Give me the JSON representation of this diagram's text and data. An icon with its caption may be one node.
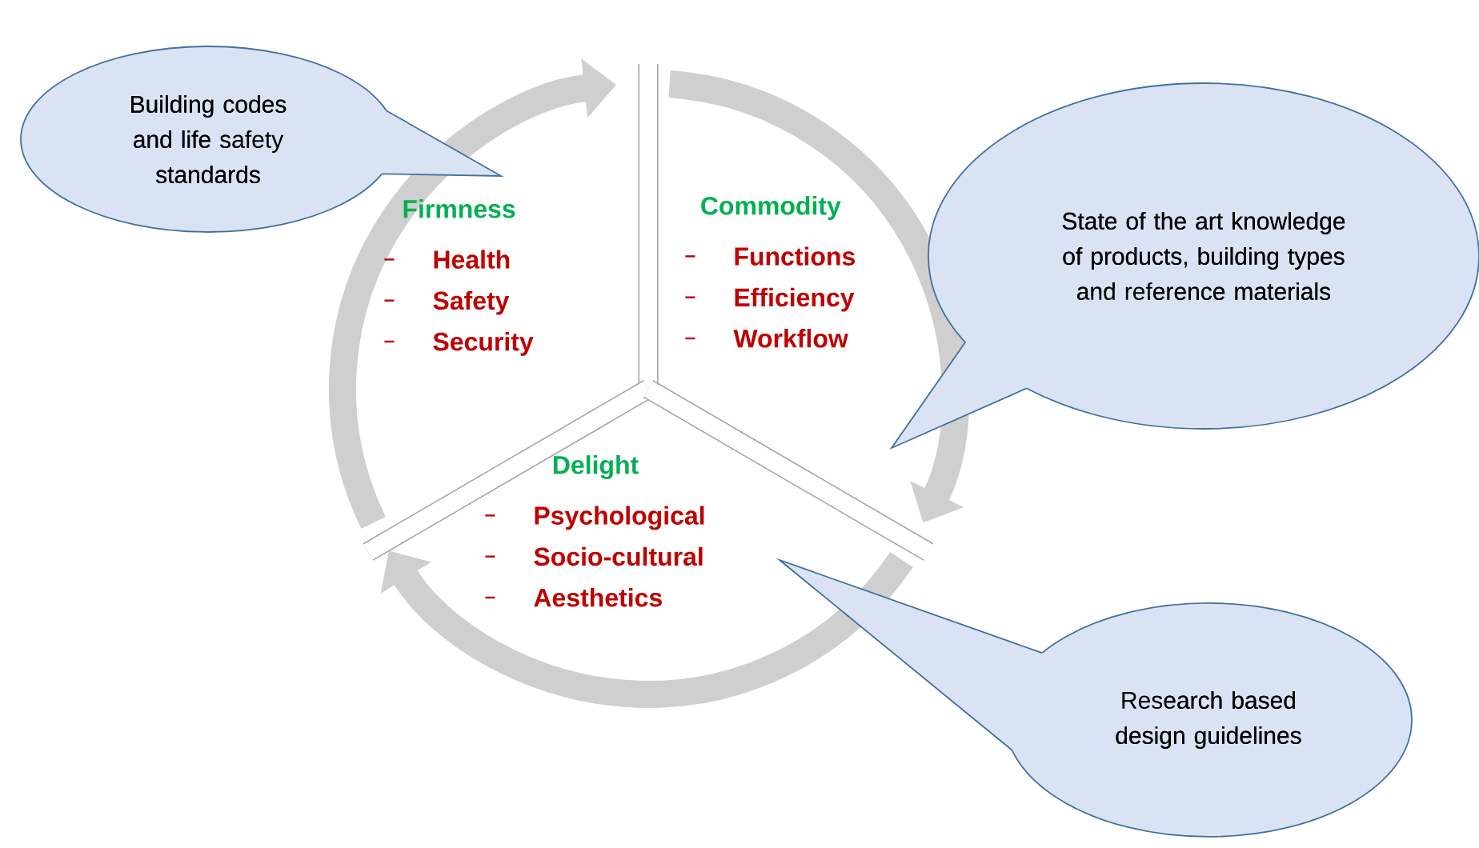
{
  "diagram": {
    "nodes": [
      {
        "text": [
          "Building codes and life safety standards"
        ]
      },
      {
        "text": [
          "Firmness",
          "Health",
          "Safety",
          "Security"
        ]
      },
      {
        "text": [
          "Commodity",
          "Functions",
          "Efficiency",
          "Workflow"
        ]
      },
      {
        "text": [
          "State of the art knowledge of products, building types and reference materials"
        ]
      },
      {
        "text": [
          "Delight",
          "Psychological",
          "Socio-cultural",
          "Aesthetics"
        ]
      },
      {
        "text": [
          "Research based design guidelines"
        ]
      }
    ],
    "edges": [
      {
        "from": 0,
        "to": 1,
        "arrow": "none"
      },
      {
        "from": 3,
        "to": 2,
        "arrow": "none"
      },
      {
        "from": 5,
        "to": 4,
        "arrow": "none"
      }
    ]
  }
}
